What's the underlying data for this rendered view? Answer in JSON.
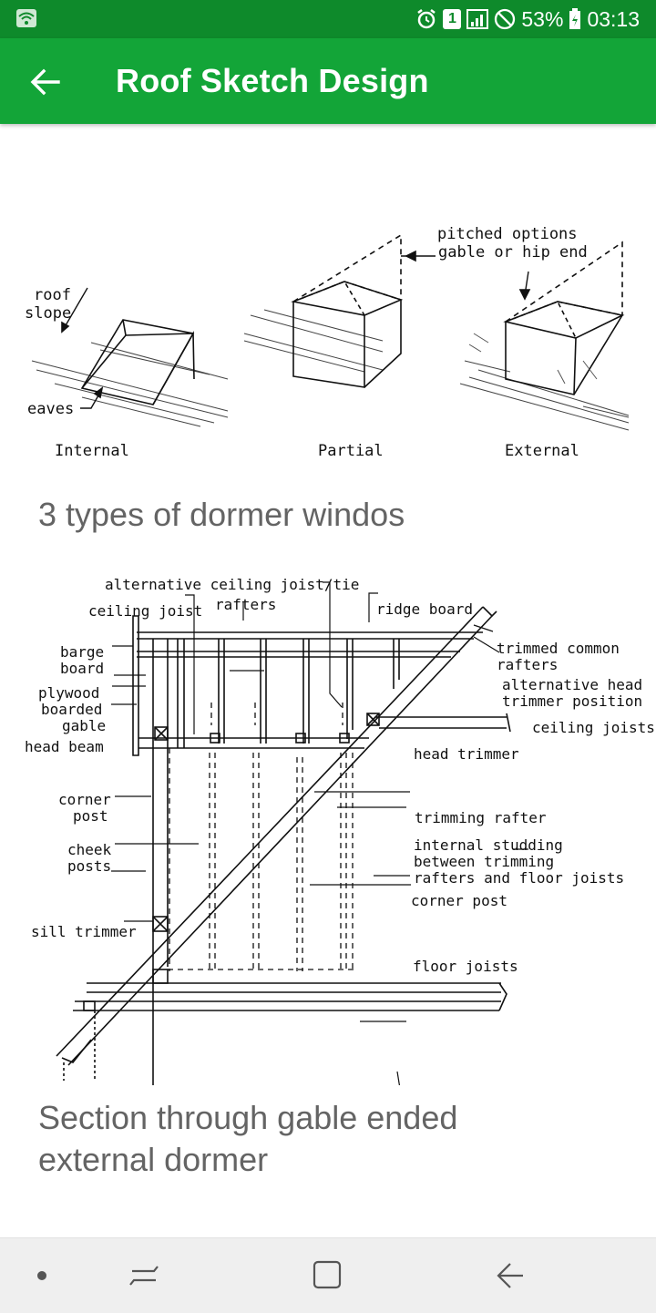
{
  "status_bar": {
    "battery": "53%",
    "time": "03:13",
    "sim": "1"
  },
  "app_bar": {
    "title": "Roof Sketch Design"
  },
  "figure1": {
    "labels": {
      "roof_slope_1": "roof",
      "roof_slope_2": "slope",
      "eaves": "eaves",
      "pitched_1": "pitched options",
      "pitched_2": "gable or hip end",
      "internal": "Internal",
      "partial": "Partial",
      "external": "External"
    },
    "caption": "3 types of dormer windos"
  },
  "figure2": {
    "labels": {
      "alt_ceiling": "alternative ceiling joist/tie",
      "rafters": "rafters",
      "ceiling_joist": "ceiling joist",
      "ridge_board": "ridge board",
      "barge_1": "barge",
      "barge_2": "board",
      "trimmed_1": "trimmed common",
      "trimmed_2": "rafters",
      "alt_head_1": "alternative head",
      "alt_head_2": "trimmer position",
      "plywood_1": "plywood",
      "plywood_2": "boarded",
      "plywood_3": "gable",
      "ceiling_joists": "ceiling joists",
      "head_beam": "head beam",
      "head_trimmer": "head trimmer",
      "corner_post_1": "corner",
      "corner_post_2": "post",
      "trimming_rafter": "trimming rafter",
      "cheek_1": "cheek",
      "cheek_2": "posts",
      "internal_1": "internal studding",
      "internal_2": "between trimming",
      "internal_3": "rafters and floor joists",
      "corner_post_r": "corner post",
      "sill_trimmer": "sill trimmer",
      "floor_joists": "floor joists"
    },
    "caption": "Section through gable ended external dormer"
  }
}
